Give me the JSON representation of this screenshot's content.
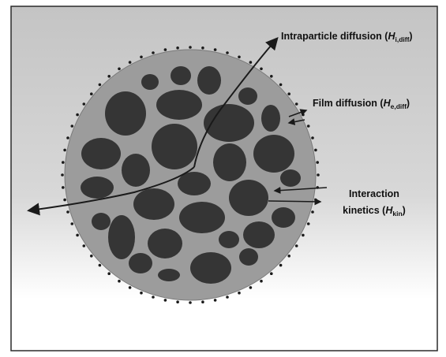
{
  "labels": {
    "intraparticle": {
      "text": "Intraparticle diffusion (",
      "symbol": "H",
      "subscript": "i,diff",
      "close": ")"
    },
    "film": {
      "text": "Film diffusion (",
      "symbol": "H",
      "subscript": "e,diff",
      "close": ")"
    },
    "interaction": {
      "line1": "Interaction",
      "line2": "kinetics (",
      "symbol": "H",
      "subscript": "kin",
      "close": ")"
    }
  },
  "colors": {
    "frame": "#2a2a2a",
    "gradient_top": "#c4c4c4",
    "gradient_bottom": "#ffffff",
    "particle": "#9c9c9c",
    "pore": "#353535",
    "line": "#1a1a1a"
  }
}
